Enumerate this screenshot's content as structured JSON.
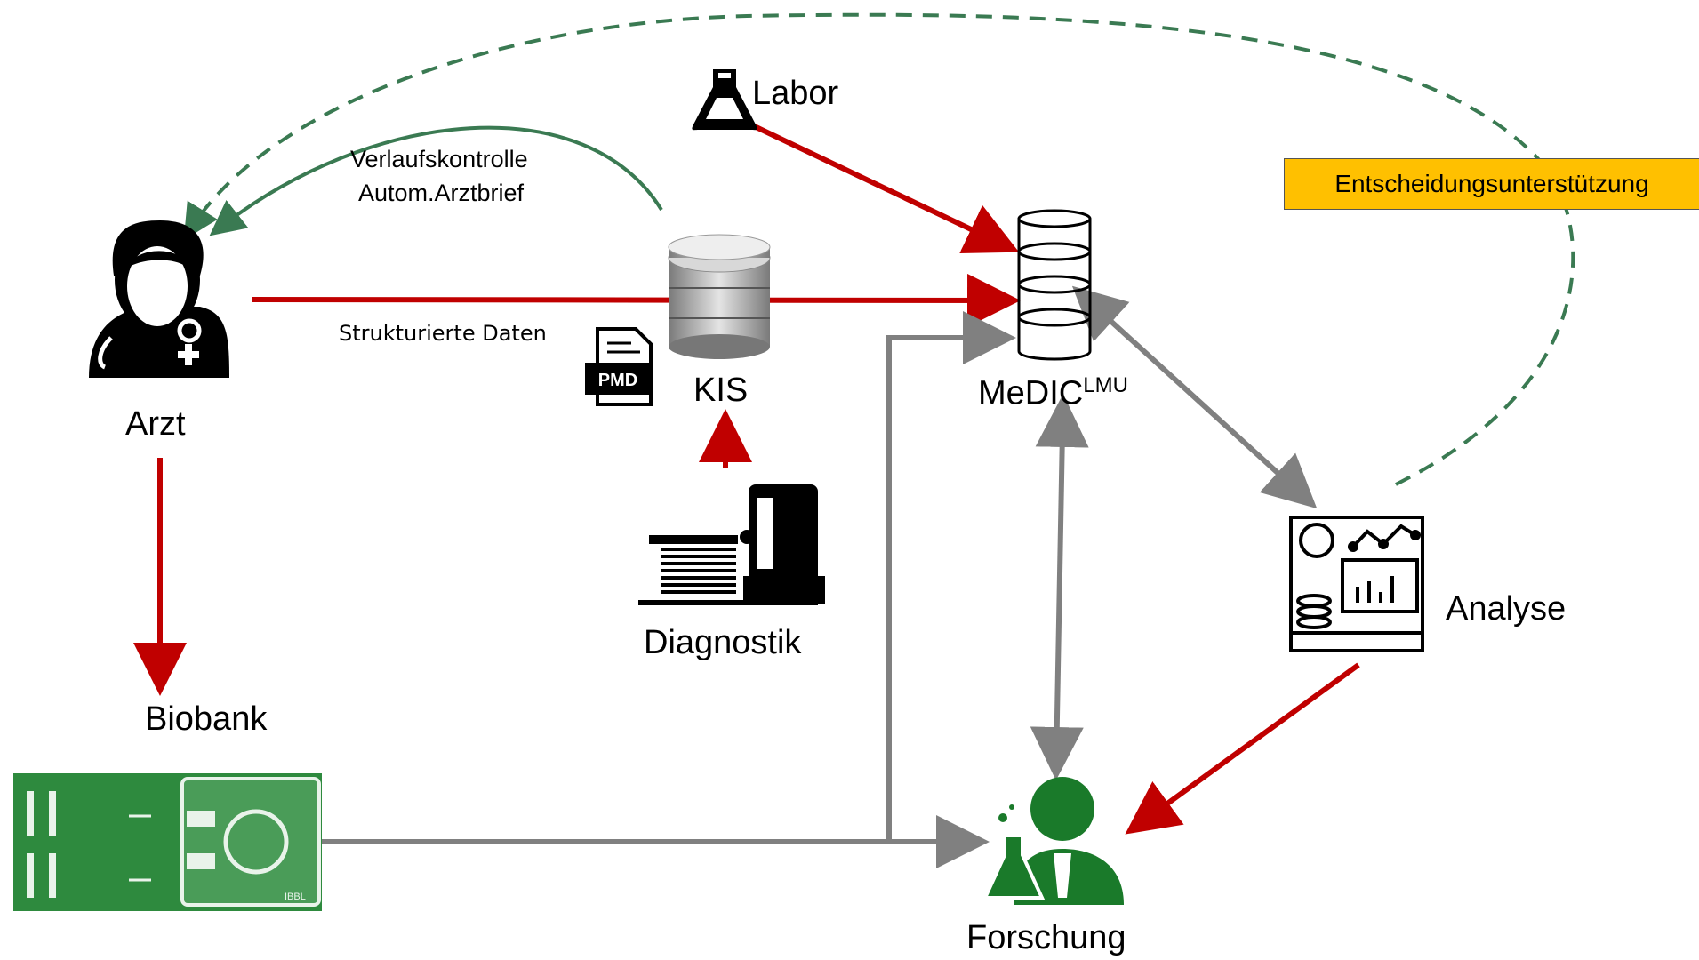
{
  "labels": {
    "arzt": "Arzt",
    "biobank": "Biobank",
    "labor": "Labor",
    "kis": "KIS",
    "pmd": "PMD",
    "diagnostik": "Diagnostik",
    "medic": "MeDIC",
    "medic_sup": "LMU",
    "analyse": "Analyse",
    "forschung": "Forschung",
    "strukturierte_daten": "Strukturierte Daten",
    "verlaufskontrolle": "Verlaufskontrolle",
    "autom_arztbrief": "Autom.Arztbrief",
    "entscheidung": "Entscheidungsunterstützung",
    "ibbl": "IBBL"
  },
  "colors": {
    "red_arrow": "#c00000",
    "gray_arrow": "#808080",
    "green_dashed": "#3a7a52",
    "badge_fill": "#ffc000",
    "biobank_green": "#2e8a3e",
    "forschung_green": "#1a7a2a"
  },
  "icons": {
    "arzt": "doctor-icon",
    "labor": "flask-icon",
    "kis": "database-server-icon",
    "pmd": "document-icon",
    "diagnostik": "ct-scanner-icon",
    "medic": "database-cylinder-icon",
    "analyse": "analyst-dashboard-icon",
    "forschung": "researcher-icon",
    "biobank": "biobank-freezer-icon"
  }
}
